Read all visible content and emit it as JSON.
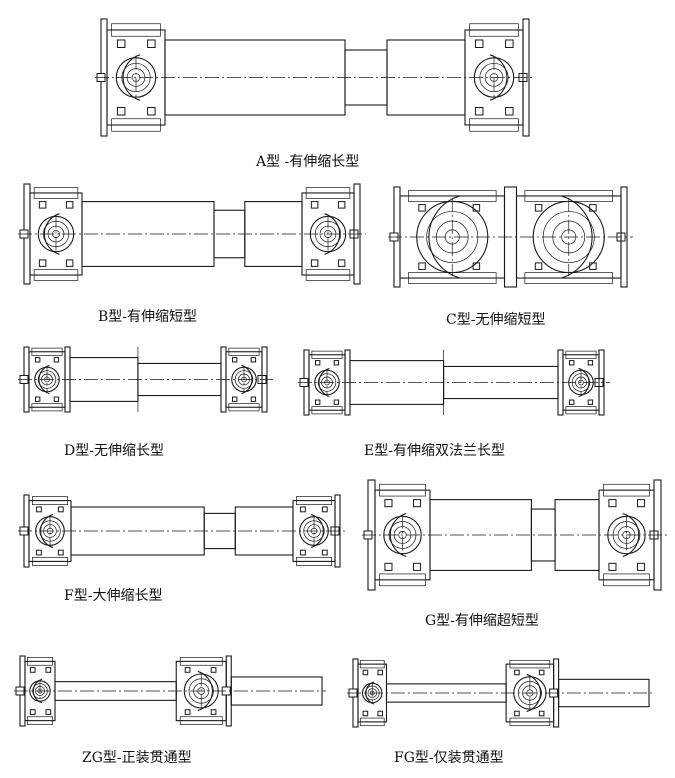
{
  "figure": {
    "captions": {
      "A": "A型 -有伸缩长型",
      "B": "B型-有伸缩短型",
      "C": "C型-无伸缩短型",
      "D": "D型-无伸缩长型",
      "E": "E型-有伸缩双法兰长型",
      "F": "F型-大伸缩长型",
      "G": "G型-有伸缩超短型",
      "ZG": "ZG型-正装贯通型",
      "FG": "FG型-仅装贯通型"
    }
  }
}
